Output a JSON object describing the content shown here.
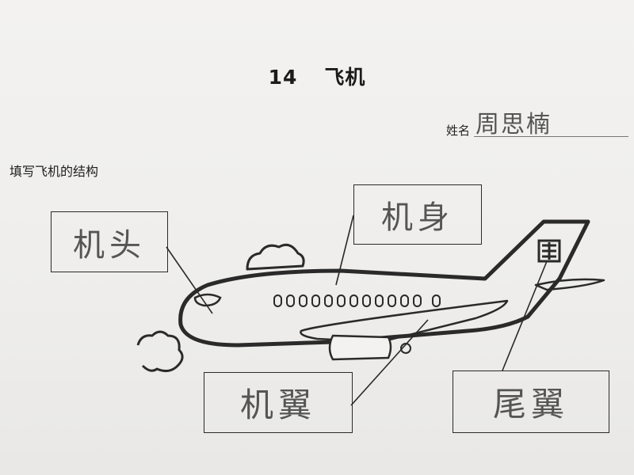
{
  "worksheet": {
    "lesson_number": "14",
    "lesson_title": "飞机",
    "name_label": "姓名",
    "student_name": "周思楠",
    "instruction": "填写飞机的结构"
  },
  "answers": {
    "nose": "机头",
    "fuselage": "机身",
    "wing": "机翼",
    "tail": "尾翼"
  },
  "colors": {
    "ink": "#2a2a2a",
    "pencil": "#555555",
    "paper": "#f1f0ee"
  }
}
